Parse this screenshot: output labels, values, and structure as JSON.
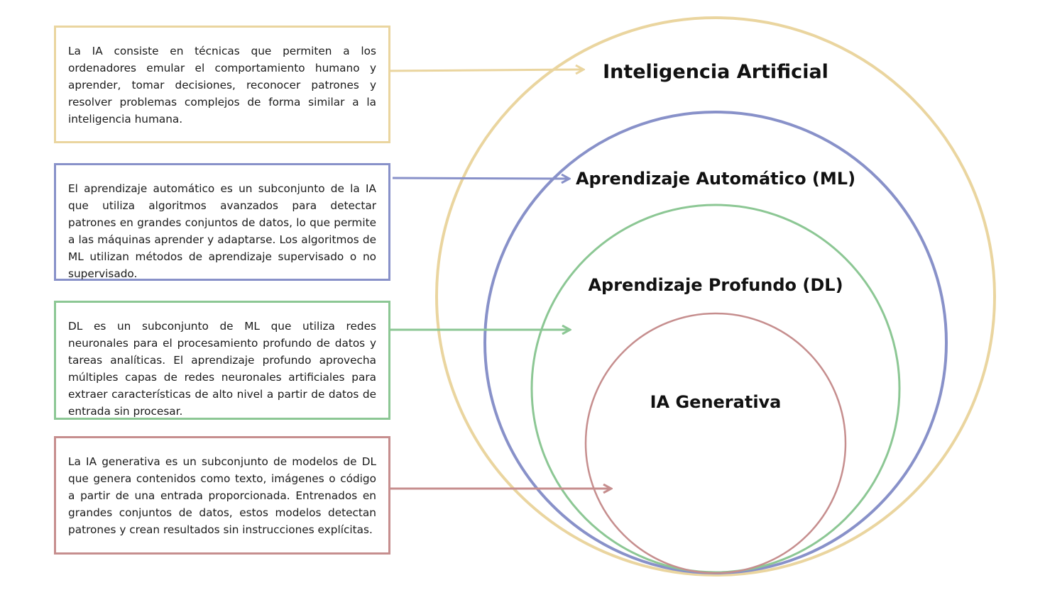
{
  "descriptions": {
    "ai": "La IA consiste en técnicas que permiten a los ordenadores emular el comportamiento humano y aprender, tomar decisiones, reconocer patrones y resolver problemas complejos de forma similar a la inteligencia humana.",
    "ml": "El aprendizaje automático es un subconjunto de la IA que utiliza algoritmos avanzados para detectar patrones en grandes conjuntos de datos, lo que permite a las máquinas aprender y adaptarse. Los algoritmos de ML utilizan métodos de aprendizaje supervisado o no supervisado.",
    "dl": "DL es un subconjunto de ML que utiliza redes neuronales para el procesamiento profundo de datos y tareas analíticas. El aprendizaje profundo aprovecha múltiples capas de redes neuronales artificiales para extraer características de alto nivel a partir de datos de entrada sin procesar.",
    "gen": "La IA generativa es un subconjunto de modelos de DL que genera contenidos como texto, imágenes o código a partir de una entrada proporcionada. Entrenados en grandes conjuntos de datos, estos modelos detectan patrones y crean resultados sin instrucciones explícitas."
  },
  "circles": {
    "ai": "Inteligencia Artificial",
    "ml": "Aprendizaje Automático (ML)",
    "dl": "Aprendizaje Profundo (DL)",
    "gen": "IA Generativa"
  },
  "colors": {
    "ai": "#ead59f",
    "ml": "#8891c9",
    "dl": "#8cc794",
    "gen": "#c68e8e"
  }
}
